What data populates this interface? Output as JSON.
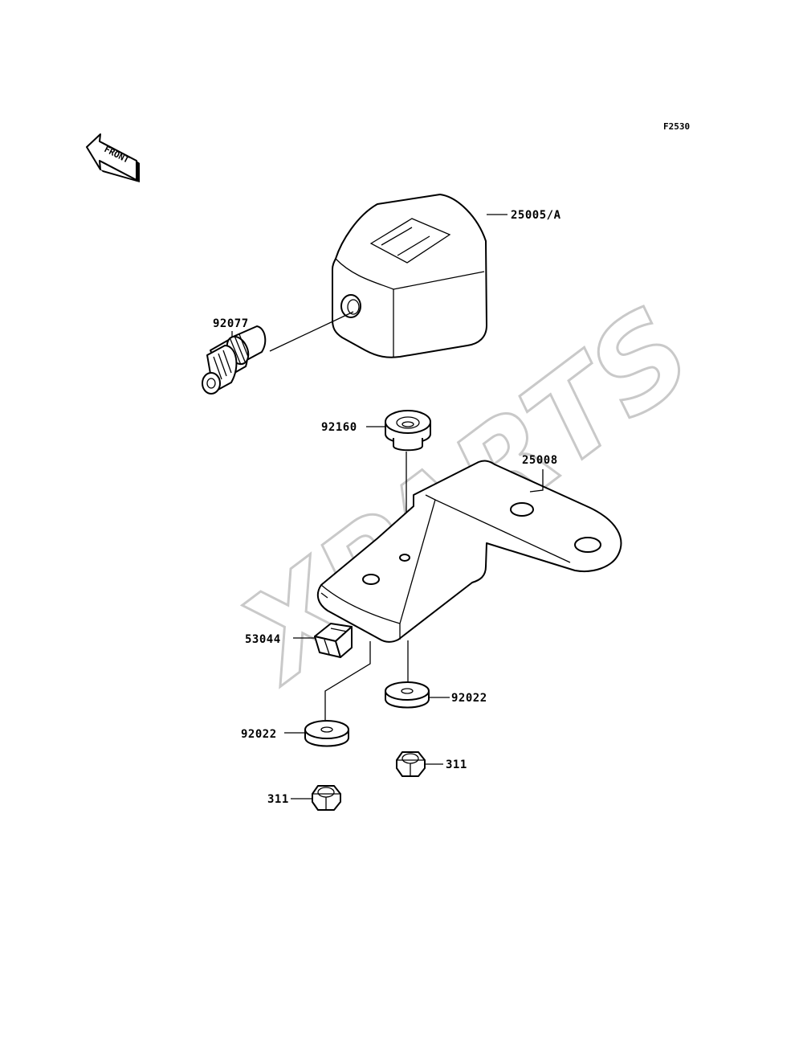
{
  "diagram": {
    "code": "F2530",
    "front_label": "FRONT",
    "watermark": "XPARTS",
    "parts": {
      "cover": "25005/A",
      "joint": "92077",
      "damper": "92160",
      "bracket": "25008",
      "clip": "53044",
      "washer_right": "92022",
      "washer_left": "92022",
      "nut_right": "311",
      "nut_left": "311"
    }
  }
}
